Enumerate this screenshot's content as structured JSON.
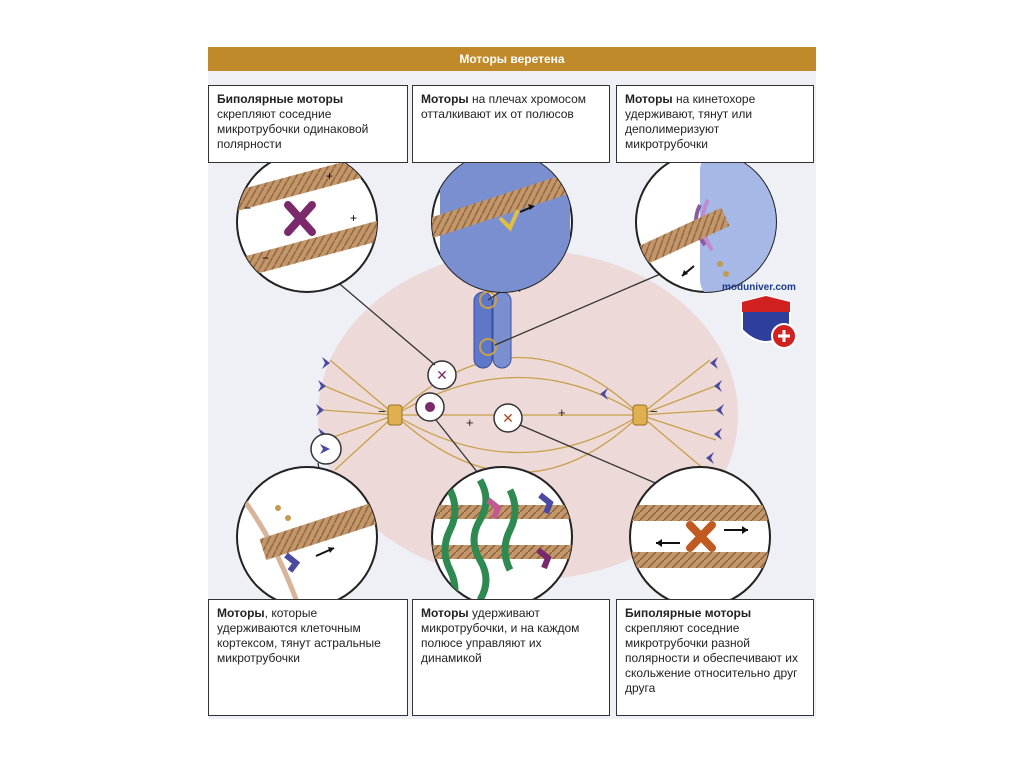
{
  "title": "Моторы веретена",
  "boxes": {
    "top_left": {
      "bold": "Биполярные моторы",
      "text": "скрепляют соседние микротрубочки одинаковой полярности"
    },
    "top_middle": {
      "bold": "Моторы",
      "text": " на плечах хромосом отталкивают их от полюсов"
    },
    "top_right": {
      "bold": "Моторы",
      "text": " на кинетохоре удерживают, тянут или деполимеризуют микротрубочки"
    },
    "bottom_left": {
      "bold": "Моторы",
      "text": ", которые удерживаются клеточным кортексом, тянут астральные микротрубочки"
    },
    "bottom_middle": {
      "bold": "Моторы",
      "text": " удерживают микротрубочки, и на каждом полюсе управляют их динамикой"
    },
    "bottom_right": {
      "bold": "Биполярные моторы",
      "text": "скрепляют соседние микротрубочки разной полярности и обеспечивают их скольжение относительно друг друга"
    }
  },
  "watermark": "moduniver.com",
  "signs": {
    "plus": "+",
    "minus": "−"
  },
  "colors": {
    "header": "#c08a2a",
    "microtubule": "#b98a5a",
    "cell": "#ecd9d8",
    "motor_purple": "#7a2a6a",
    "motor_blue": "#4a4aa0",
    "chromosome": "#7a8fd0"
  }
}
